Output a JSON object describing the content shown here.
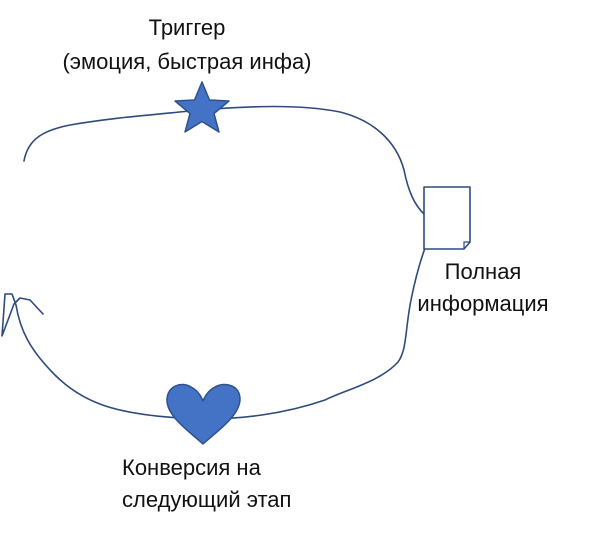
{
  "colors": {
    "line": "#2f4b7c",
    "shape_fill": "#4472c4",
    "shape_stroke": "#2f528f",
    "text": "#111111",
    "background": "#ffffff"
  },
  "labels": {
    "trigger": {
      "line1": "Триггер",
      "line2": "(эмоция, быстрая инфа)"
    },
    "full_info": {
      "line1": "Полная",
      "line2": "информация"
    },
    "conversion": {
      "line1": "Конверсия на",
      "line2": "следующий этап"
    }
  },
  "icons": {
    "trigger": "star-icon",
    "full_info": "document-icon",
    "conversion": "heart-icon"
  }
}
